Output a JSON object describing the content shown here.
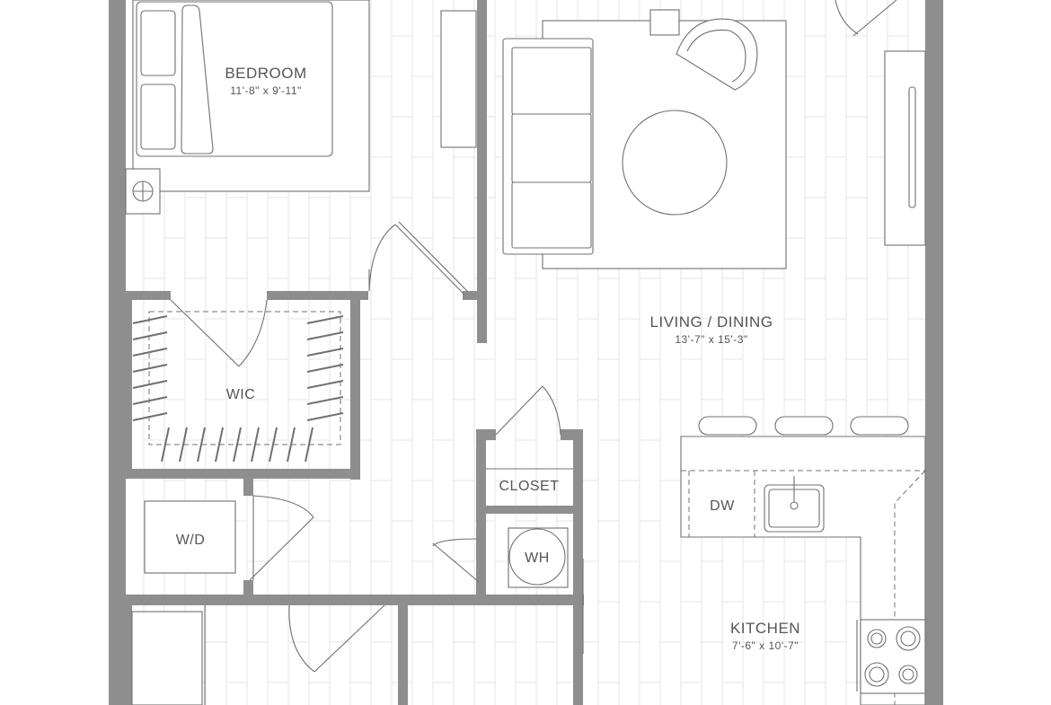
{
  "rooms": {
    "bedroom": {
      "name": "BEDROOM",
      "dims": "11'-8\" x 9'-11\""
    },
    "living": {
      "name": "LIVING / DINING",
      "dims": "13'-7\" x 15'-3\""
    },
    "kitchen": {
      "name": "KITCHEN",
      "dims": "7'-6\" x 10'-7\""
    },
    "wic": {
      "name": "WIC"
    },
    "closet": {
      "name": "CLOSET"
    },
    "wd": {
      "name": "W/D"
    },
    "wh": {
      "name": "WH"
    },
    "dw": {
      "name": "DW"
    }
  },
  "colors": {
    "wall": "#8e8e8e",
    "line": "#707070",
    "floor_pattern": "#e4e4e4",
    "label": "#555555"
  }
}
